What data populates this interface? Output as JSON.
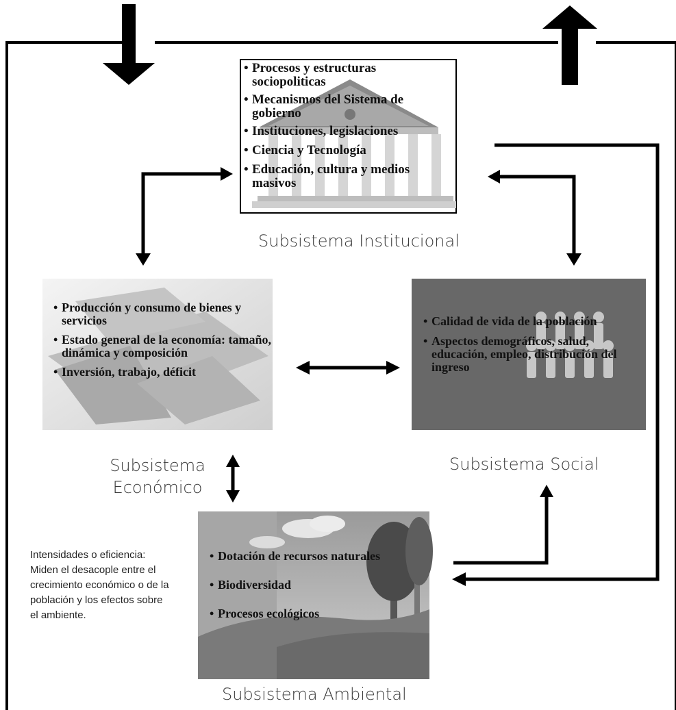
{
  "institucional": {
    "items": [
      "Procesos y estructuras sociopoliticas",
      "Mecanismos del Sistema de gobierno",
      "Instituciones, legislaciones",
      "Ciencia y Tecnología",
      "Educación, cultura y medios masivos"
    ],
    "label": "Subsistema Institucional"
  },
  "economico": {
    "items": [
      "Producción  y consumo de bienes  y servicios",
      "Estado general de la economía: tamaño, dinámica y composición",
      "Inversión, trabajo, déficit"
    ],
    "label_line1": "Subsistema",
    "label_line2": "Económico"
  },
  "social": {
    "items": [
      "Calidad de vida de la población",
      "Aspectos demográficos, salud, educación, empleo, distribución del ingreso"
    ],
    "label": "Subsistema Social"
  },
  "ambiental": {
    "items": [
      "Dotación de recursos naturales",
      "Biodiversidad",
      "Procesos ecológicos"
    ],
    "label": "Subsistema Ambiental"
  },
  "note": {
    "lines": [
      "Intensidades o eficiencia:",
      "Miden el desacople entre el",
      "crecimiento económico o de la",
      "población y los efectos sobre",
      "el ambiente."
    ]
  }
}
